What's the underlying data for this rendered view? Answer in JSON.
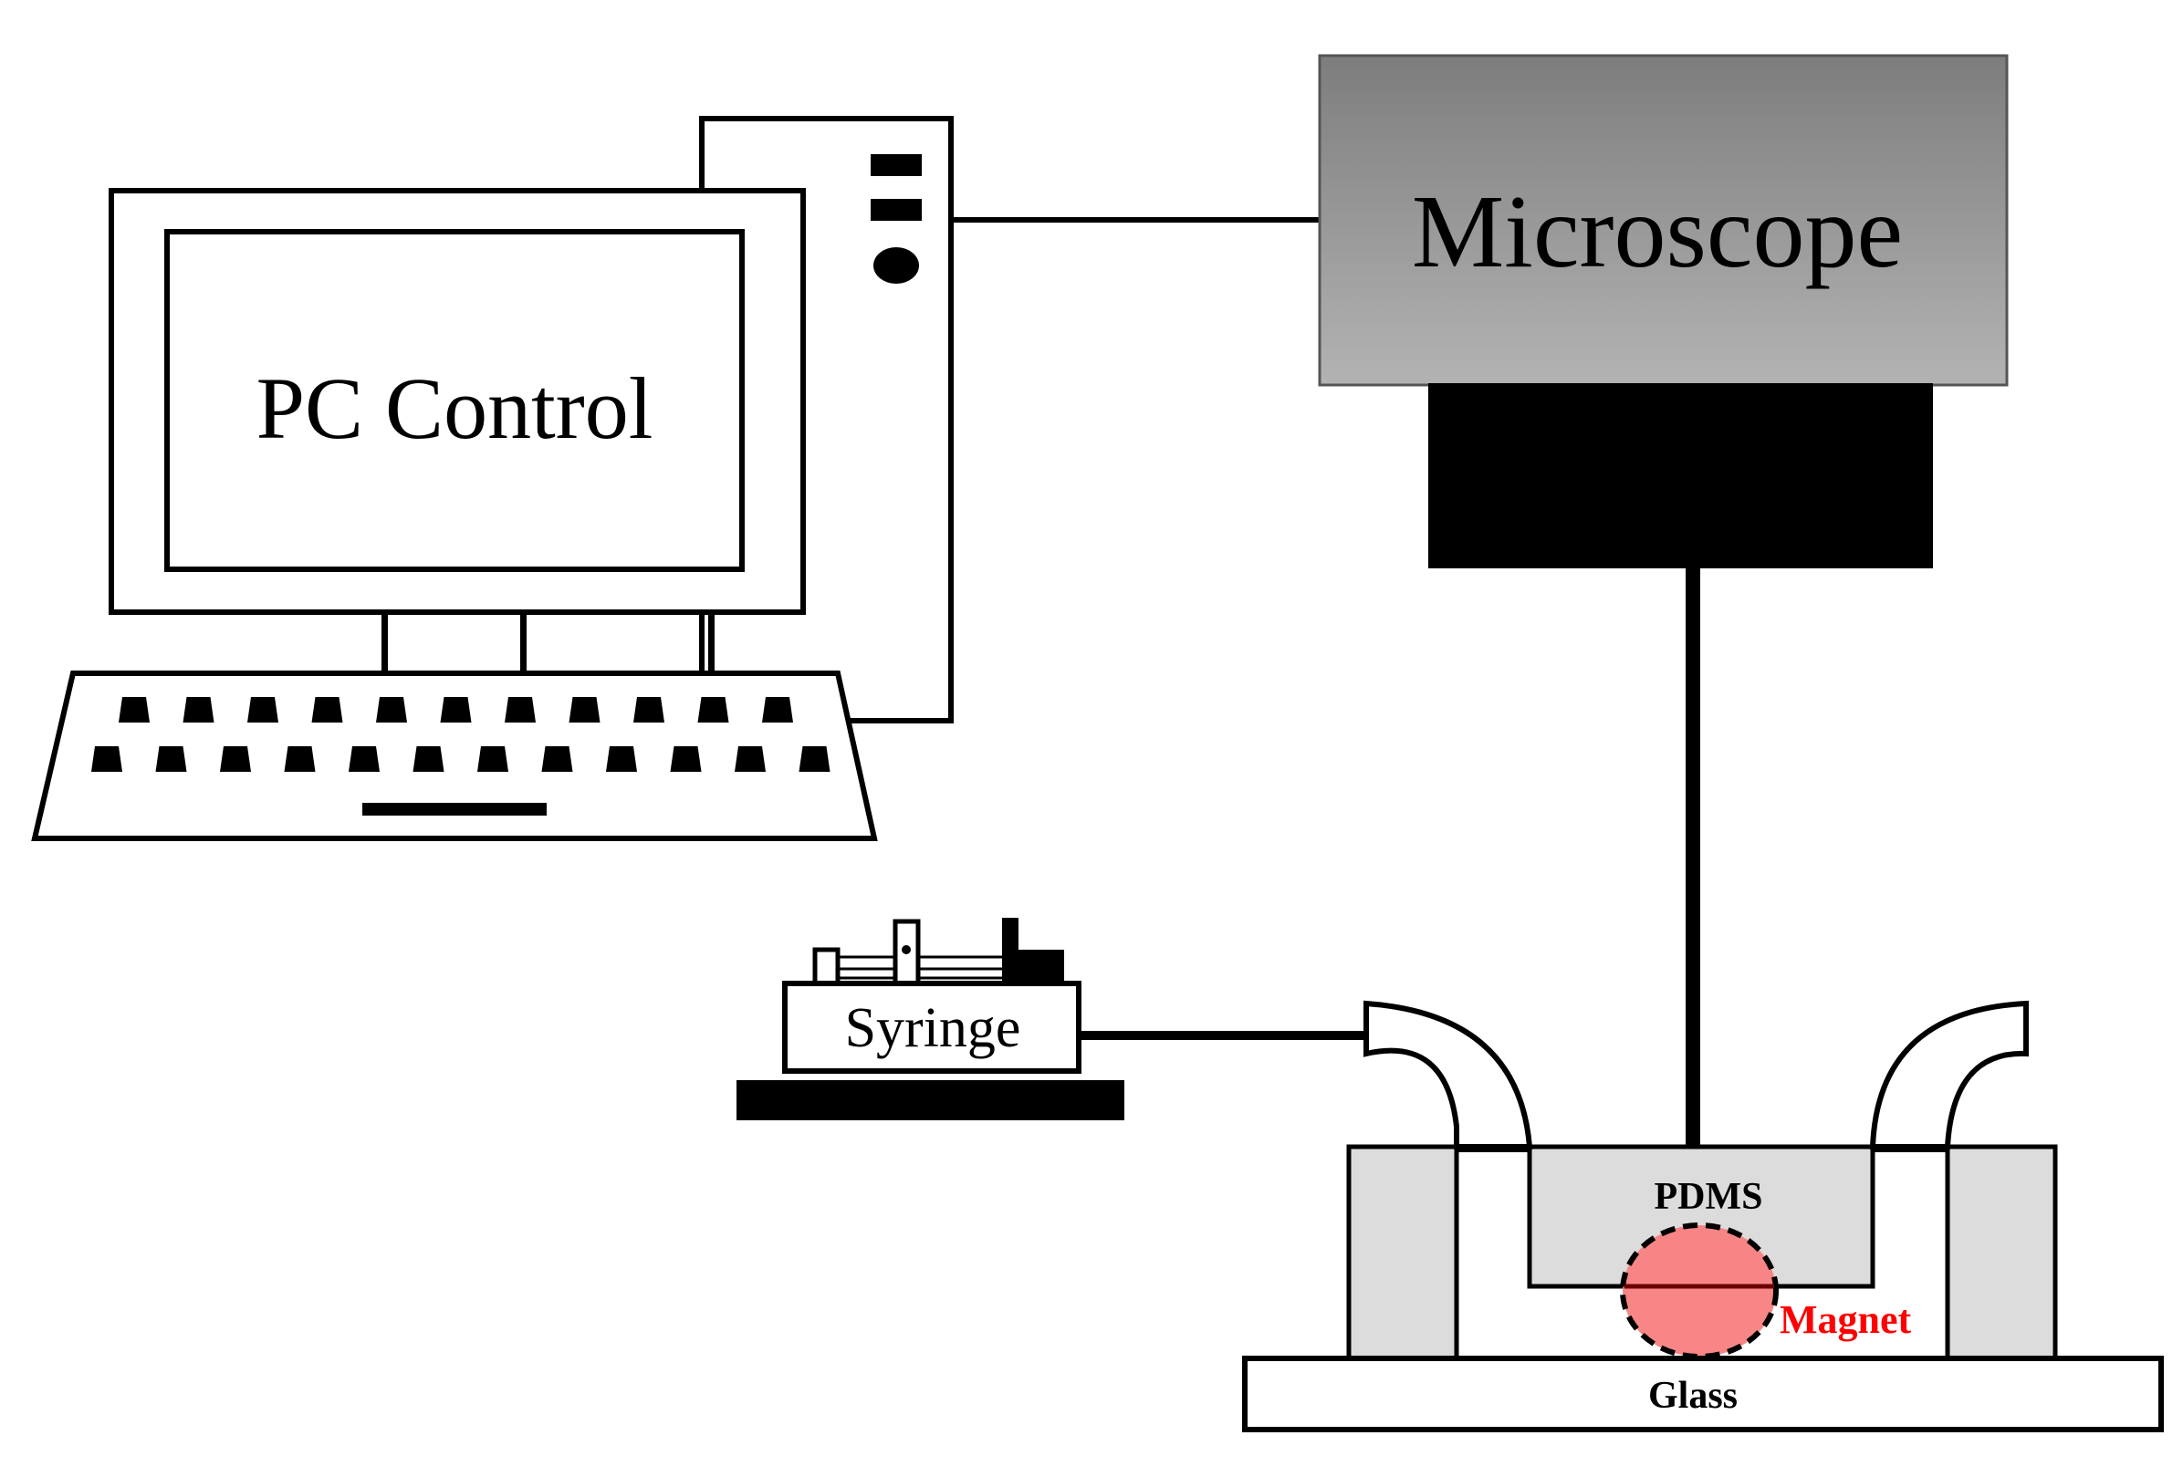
{
  "labels": {
    "pc": "PC Control",
    "microscope": "Microscope",
    "syringe": "Syringe",
    "pdms": "PDMS",
    "magnet": "Magnet",
    "glass": "Glass"
  },
  "colors": {
    "stroke": "#000000",
    "microscope_fill": "#9a9a9a",
    "chip_fill": "#dcdcdc",
    "magnet_fill": "#f87f7f",
    "magnet_label": "#ff0000"
  }
}
